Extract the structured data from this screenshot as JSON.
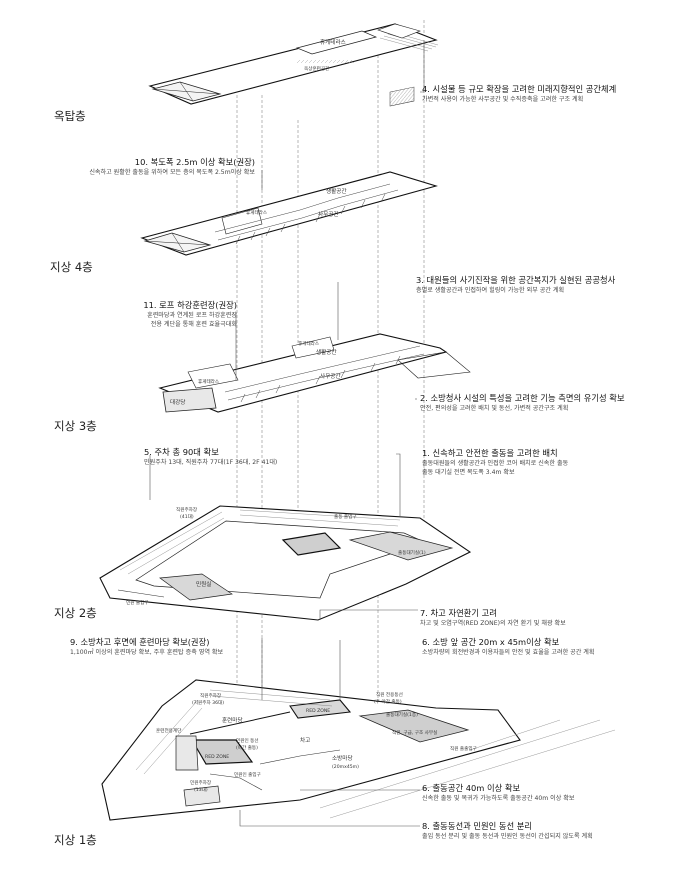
{
  "floors": {
    "rooftop": "옥탑층",
    "f4": "지상 4층",
    "f3": "지상 3층",
    "f2": "지상 2층",
    "f1": "지상 1층"
  },
  "notes": {
    "n4": {
      "title": "4. 시설물 등 규모 확장을 고려한 미래지향적인 공간체계",
      "desc": "가변적 사용이 가능한 사무공간 및 수직증축을 고려한 구조 계획"
    },
    "n10": {
      "title": "10. 복도폭 2.5m 이상 확보(권장)",
      "desc": "신속하고 원활한 출동을 위하여 모든 층의 복도폭 2.5m이상 확보"
    },
    "n3": {
      "title": "3. 대원들의 사기진작을 위한 공간복지가 실현된 공공청사",
      "desc": "층별로 생활공간과 인접하여 힐링이 가능한 외부 공간 계획"
    },
    "n11": {
      "title": "11. 로프 하강훈련장(권장)",
      "desc1": "훈련마당과 연계된 로프 하강훈련장",
      "desc2": "전용 계단을 통해 훈련 효율극대화"
    },
    "n2": {
      "title": "2. 소방청사 시설의 특성을 고려한 기능 측면의 유기성 확보",
      "desc": "안전, 편의성을 고려한 배치 및 동선, 가변적 공간구조 계획"
    },
    "n5": {
      "title": "5. 주차 총 90대 확보",
      "desc": "민원주차 13대, 직원주차 77대(1F 36대, 2F 41대)"
    },
    "n1": {
      "title": "1. 신속하고 안전한 출동을 고려한 배치",
      "desc1": "출동대원들의 생활공간과 인접한 코어 배치로 신속한 출동",
      "desc2": "출동 대기실 전면 복도폭 3.4m 확보"
    },
    "n7": {
      "title": "7. 차고 자연환기 고려",
      "desc": "차고 및 오염구역(RED ZONE)의 자연 환기 및 채광 확보"
    },
    "n9": {
      "title": "9. 소방차고 후면에 훈련마당 확보(권장)",
      "desc": "1,100㎡ 이상의 훈련마당 확보, 주후 훈련탑 증축 영역 확보"
    },
    "n6": {
      "title": "6. 소방 앞 공간 20m x 45m이상 확보",
      "desc": "소방차량의 회전반경과 이용자들의 안전 및 효율을 고려한 공간 계획"
    },
    "nA": {
      "title": "6. 출동공간 40m 이상 확보",
      "desc": "신속한 출동 및 복귀가 가능하도록 출동공간 40m 이상 확보"
    },
    "n8": {
      "title": "8. 출동동선과 민원인 동선 분리",
      "desc": "출입 동선 분리 및 출동 동선과 민원인 동선이 간섭되지 않도록 계획"
    }
  },
  "rooms": {
    "rt_terrace": "휴게테라스",
    "rt_rope": "옥상훈련공간",
    "f4_living": "생활공간",
    "f4_terrace": "휴게테라스",
    "f4_office": "사무공간",
    "f3_terrace": "휴게테라스",
    "f3_living": "생활공간",
    "f3_terrace2": "휴게테라스",
    "f3_office": "사무공간",
    "f3_auditorium": "대강당",
    "f2_staffparking": "직원주차장",
    "f2_staffparking_n": "(41대)",
    "f2_dispatch_entry": "출동 출입구",
    "f2_waiting": "출동대기실(1)",
    "f2_civil": "민원실",
    "f2_civil_entry": "민원 출입구",
    "f1_staffparking": "직원주차장",
    "f1_staffparking_n": "(지원주차 36대)",
    "f1_training": "훈련마당",
    "f1_training_stair": "훈련전용계단",
    "f1_redzone": "RED ZONE",
    "f1_redzone2": "RED ZONE",
    "f1_garage": "차고",
    "f1_civil_route": "민원인 동선",
    "f1_civil_route2": "(야간 출동)",
    "f1_staff_route": "직원 전용동선",
    "f1_staff_route2": "(주·야간 출동)",
    "f1_waiting": "출동대기실(1층)",
    "f1_office": "직원, 구급, 구조 사무실",
    "f1_front": "소방마당",
    "f1_front2": "(20mx45m)",
    "f1_civil_entry": "민원인 출입구",
    "f1_civil_parking": "민원주차장",
    "f1_civil_parking_n": "(13대)",
    "f1_staff_entry": "직원 출출입구"
  }
}
